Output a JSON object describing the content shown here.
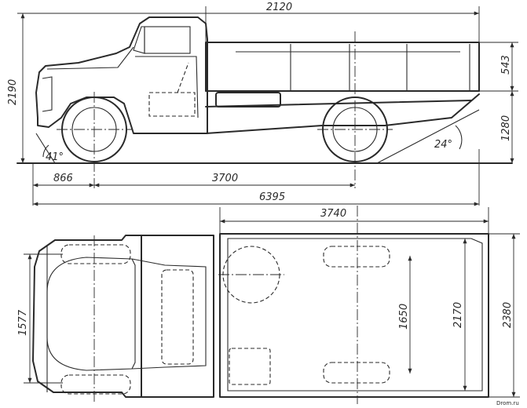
{
  "dimensions": {
    "cab_to_rear_length": "2120",
    "overall_height": "2190",
    "side_height": "543",
    "platform_height": "1280",
    "front_overhang": "866",
    "wheelbase": "3700",
    "overall_length": "6395",
    "platform_length": "3740",
    "front_track": "1577",
    "rear_track": "1650",
    "platform_inner_width": "2170",
    "overall_width": "2380"
  },
  "angles": {
    "approach": "41°",
    "departure": "24°"
  },
  "watermark": "Drom.ru"
}
